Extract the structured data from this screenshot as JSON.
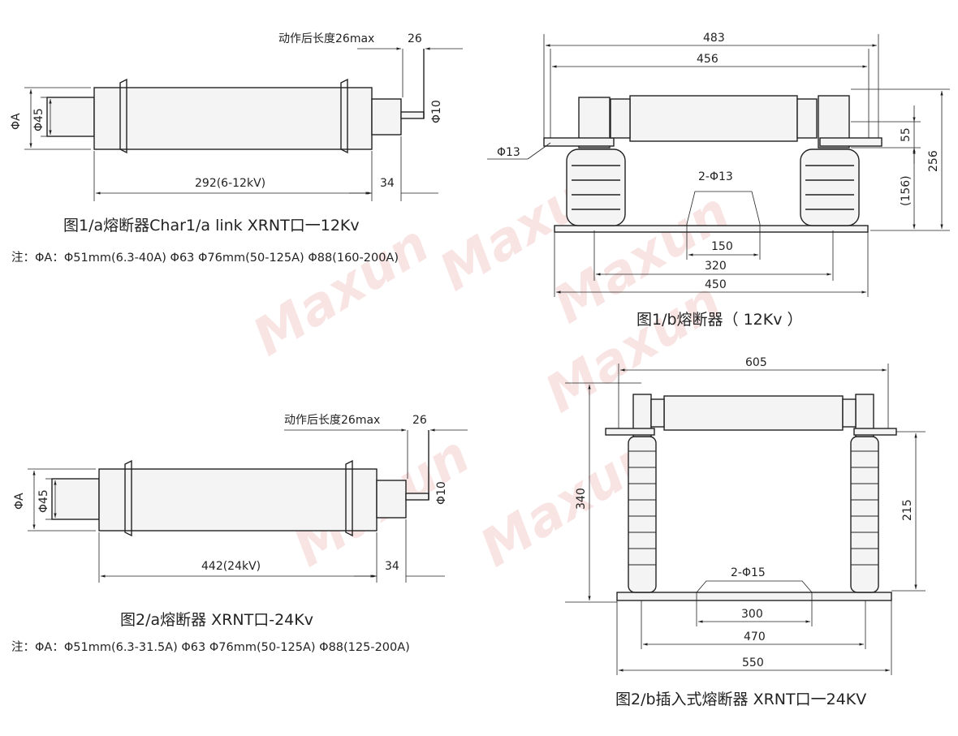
{
  "watermark": "Maxun",
  "fig1a": {
    "caption": "图1/a熔断器Char1/a link XRNT口一12Kv",
    "note": "注：ΦA：Φ51mm(6.3-40A) Φ63  Φ76mm(50-125A) Φ88(160-200A)",
    "dims": {
      "travel_label": "动作后长度26max",
      "travel": "26",
      "phi_a": "ΦA",
      "phi45": "Φ45",
      "phi10": "Φ10",
      "length": "292(6-12kV)",
      "cap": "34"
    }
  },
  "fig1b": {
    "caption": "图1/b熔断器（ 12Kv ）",
    "dims": {
      "overall": "483",
      "inner": "456",
      "phi13": "Φ13",
      "holes": "2-Φ13",
      "d55": "55",
      "d156": "(156)",
      "d256": "256",
      "d150": "150",
      "d320": "320",
      "d450": "450"
    }
  },
  "fig2a": {
    "caption": "图2/a熔断器 XRNT口-24Kv",
    "note": "注：ΦA：Φ51mm(6.3-31.5A) Φ63  Φ76mm(50-125A) Φ88(125-200A)",
    "dims": {
      "travel_label": "动作后长度26max",
      "travel": "26",
      "phi_a": "ΦA",
      "phi45": "Φ45",
      "phi10": "Φ10",
      "length": "442(24kV)",
      "cap": "34"
    }
  },
  "fig2b": {
    "caption": "图2/b插入式熔断器 XRNT口一24KV",
    "dims": {
      "overall": "605",
      "height": "340",
      "d215": "215",
      "holes": "2-Φ15",
      "d300": "300",
      "d470": "470",
      "d550": "550"
    }
  }
}
